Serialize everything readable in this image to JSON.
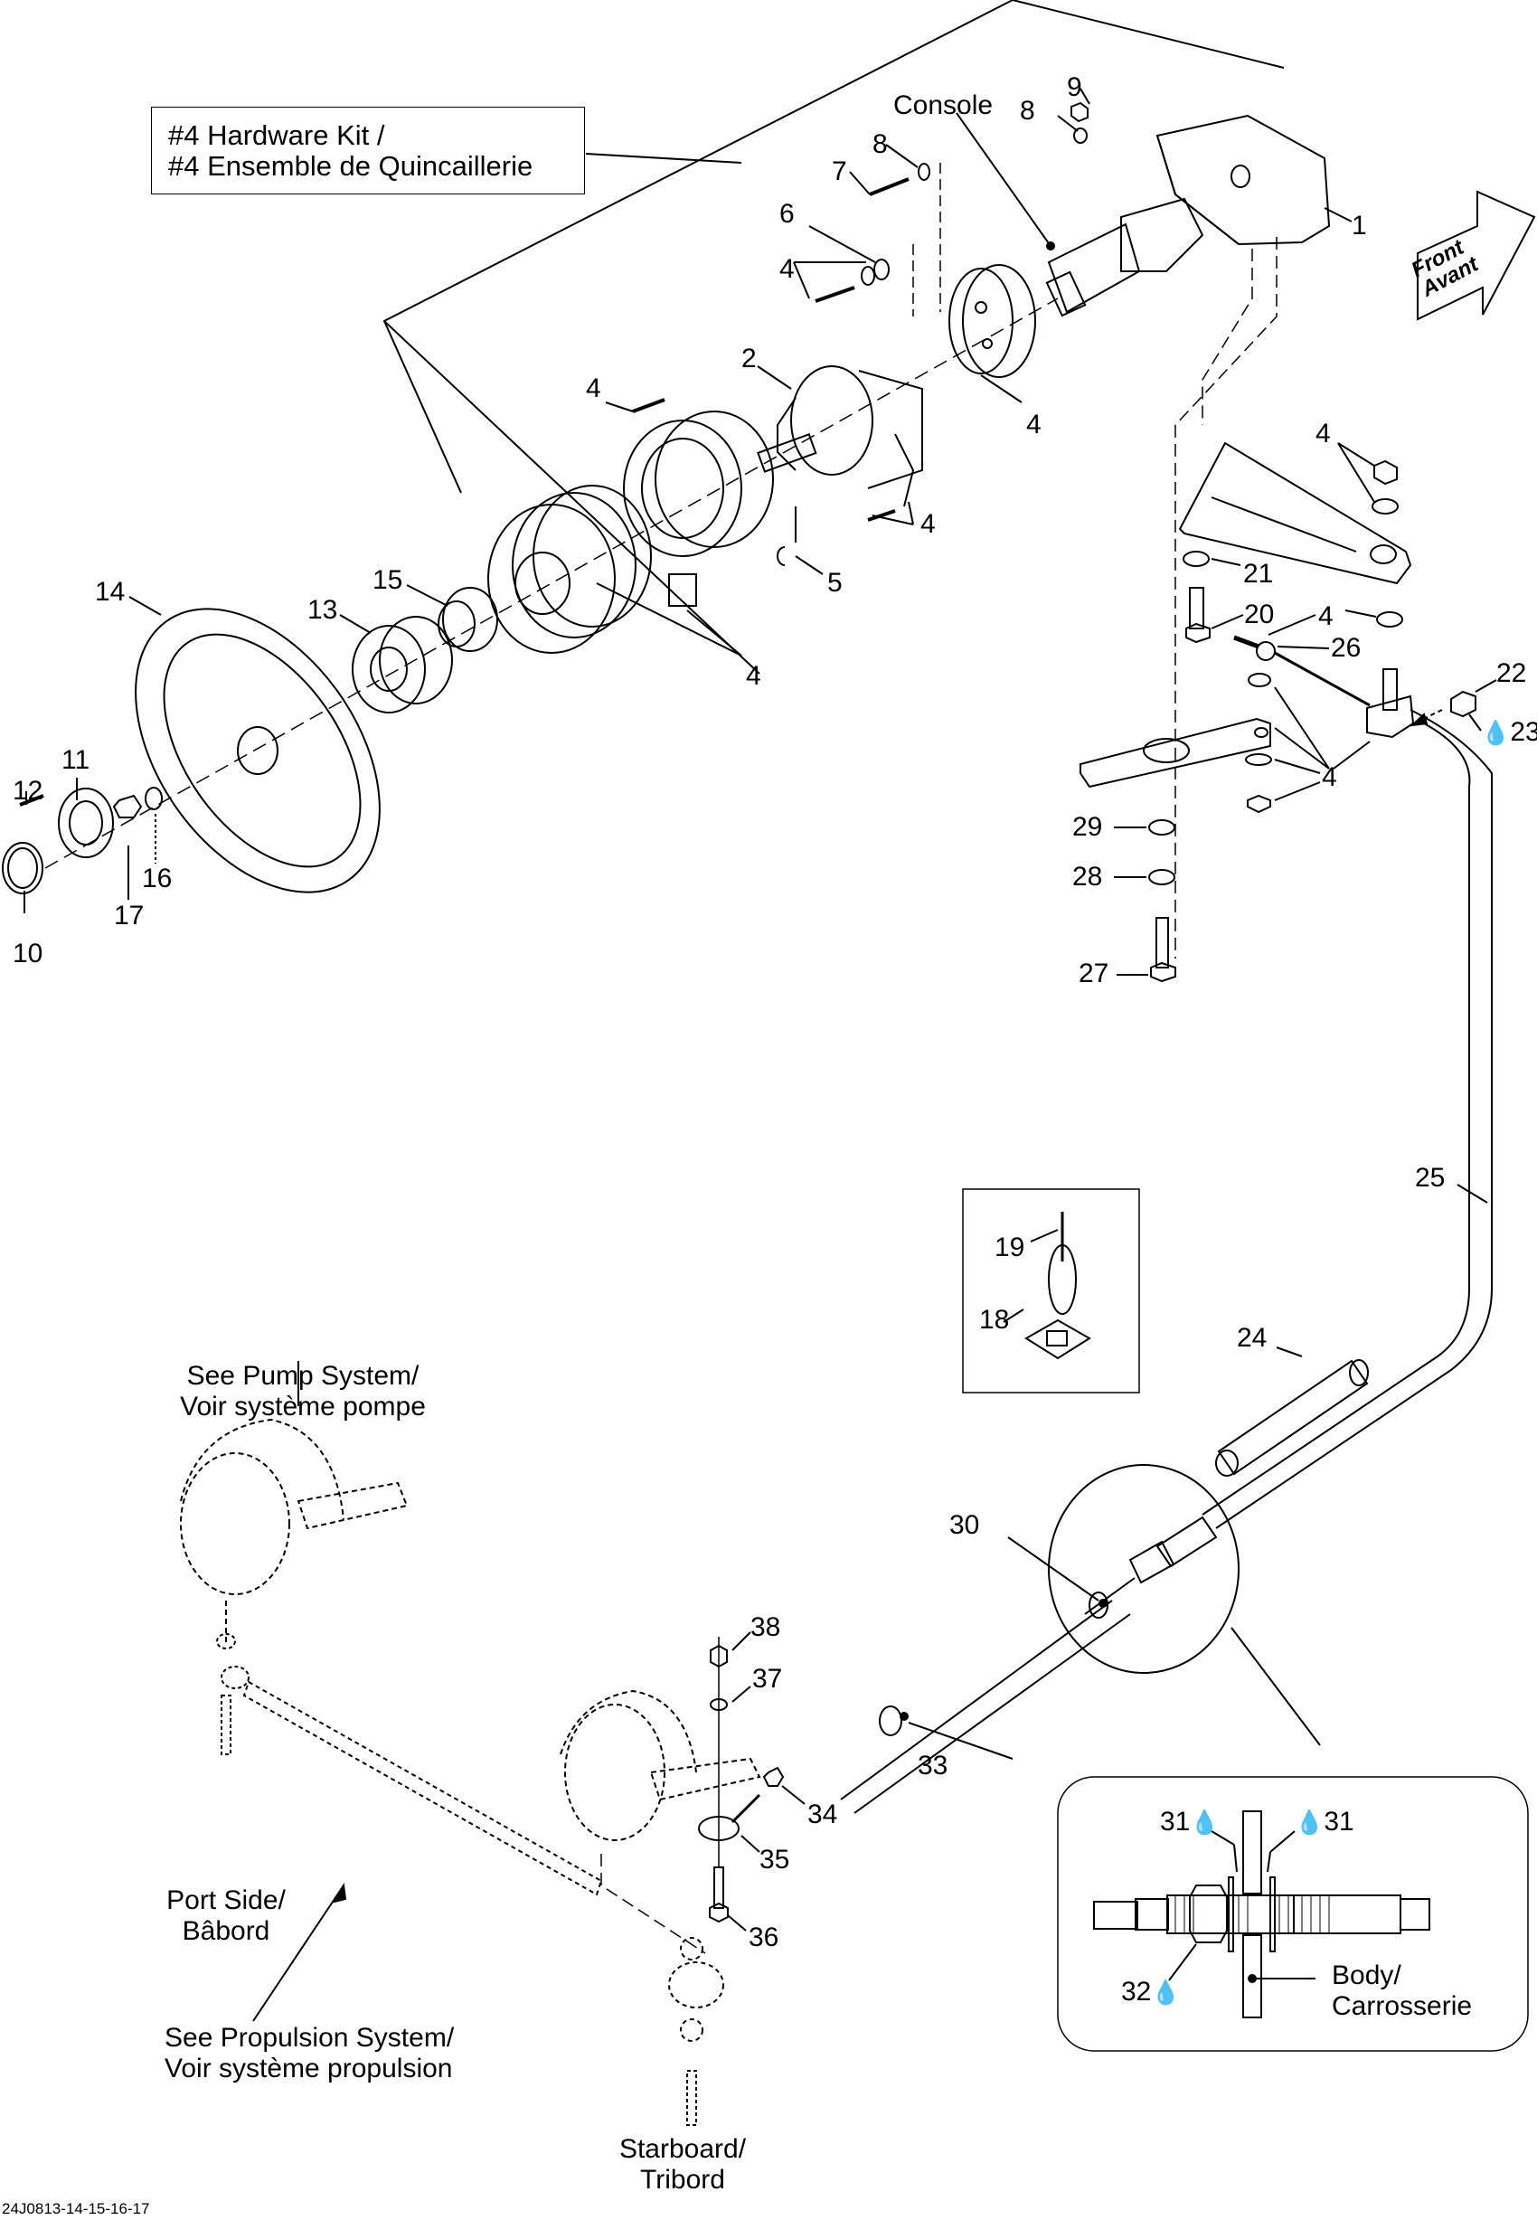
{
  "document": {
    "diagram_code": "24J0813-14-15-16-17"
  },
  "callouts": {
    "hardware_kit_line1": "#4 Hardware Kit /",
    "hardware_kit_line2": "#4 Ensemble de Quincaillerie",
    "console": "Console",
    "front": "Front",
    "avant": "Avant",
    "pump_line1": "See Pump System/",
    "pump_line2": "Voir système pompe",
    "port_line1": "Port Side/",
    "port_line2": "Bâbord",
    "propulsion_line1": "See Propulsion System/",
    "propulsion_line2": "Voir système propulsion",
    "starboard_line1": "Starboard/",
    "starboard_line2": "Tribord",
    "body_line1": "Body/",
    "body_line2": "Carrosserie"
  },
  "drop_icon": "💧",
  "part_numbers": {
    "p1": "1",
    "p2": "2",
    "p4a": "4",
    "p4b": "4",
    "p4c": "4",
    "p4d": "4",
    "p4e": "4",
    "p4f": "4",
    "p4g": "4",
    "p4h": "4",
    "p5": "5",
    "p6": "6",
    "p7": "7",
    "p8a": "8",
    "p8b": "8",
    "p9": "9",
    "p10": "10",
    "p11": "11",
    "p12": "12",
    "p13": "13",
    "p14": "14",
    "p15": "15",
    "p16": "16",
    "p17": "17",
    "p18": "18",
    "p19": "19",
    "p20": "20",
    "p21": "21",
    "p22": "22",
    "p23": "23",
    "p24": "24",
    "p25": "25",
    "p26": "26",
    "p27": "27",
    "p28": "28",
    "p29": "29",
    "p30": "30",
    "p31a": "31",
    "p31b": "31",
    "p32": "32",
    "p33": "33",
    "p34": "34",
    "p35": "35",
    "p36": "36",
    "p37": "37",
    "p38": "38"
  }
}
